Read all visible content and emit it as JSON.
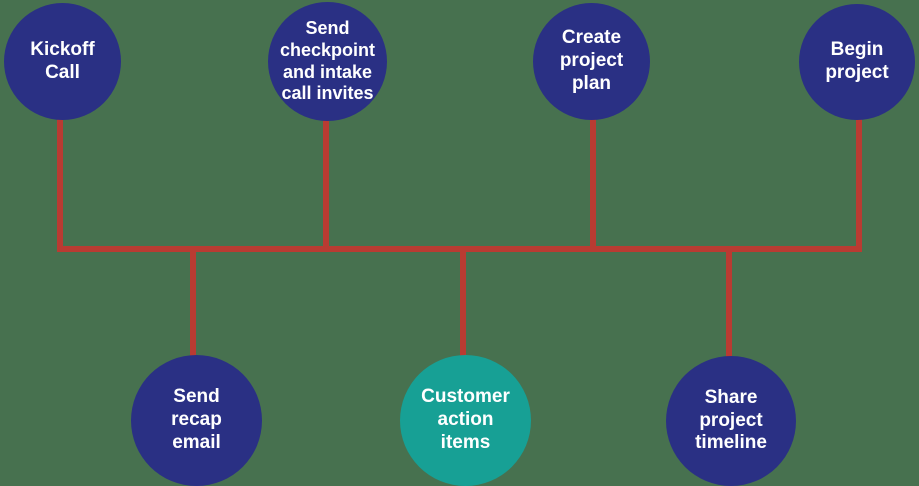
{
  "colors": {
    "background": "#47714F",
    "node_primary": "#2A3084",
    "node_accent": "#17A095",
    "connector": "#B93B32",
    "node_text": "#FFFFFF"
  },
  "diagram": {
    "top_row": [
      {
        "label": "Kickoff\nCall"
      },
      {
        "label": "Send\ncheckpoint\nand intake\ncall invites"
      },
      {
        "label": "Create\nproject\nplan"
      },
      {
        "label": "Begin\nproject"
      }
    ],
    "bottom_row": [
      {
        "label": "Send\nrecap\nemail"
      },
      {
        "label": "Customer\naction\nitems"
      },
      {
        "label": "Share\nproject\ntimeline"
      }
    ]
  }
}
